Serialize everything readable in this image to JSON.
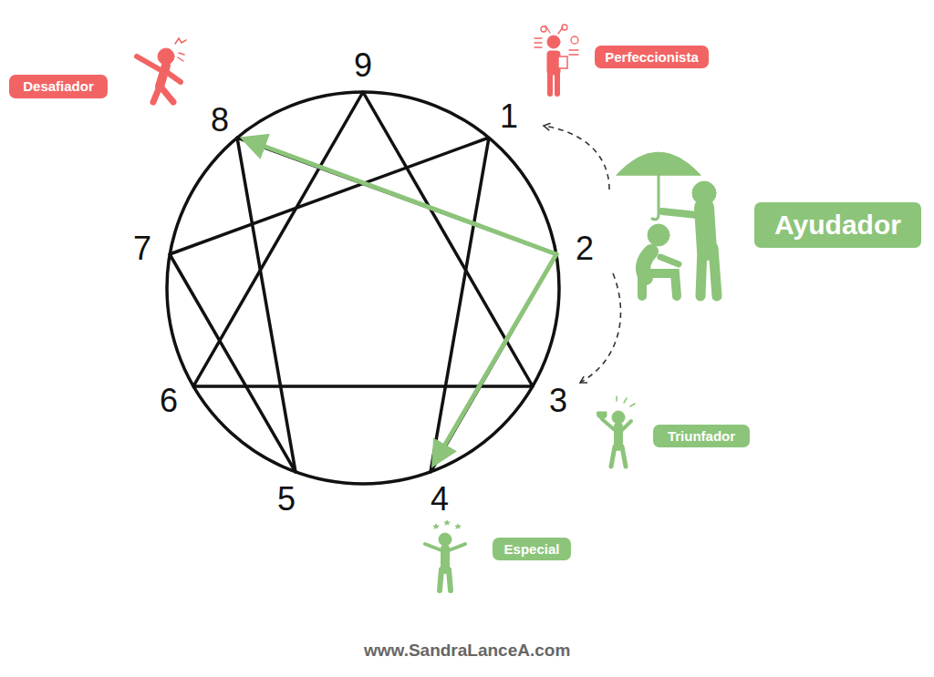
{
  "diagram": {
    "caption": "www.SandraLanceA.com",
    "nodes": [
      {
        "text": [
          "Desafiador"
        ]
      },
      {
        "text": [
          "Perfeccionista"
        ]
      },
      {
        "text": [
          "Ayudador"
        ]
      },
      {
        "text": [
          "Triunfador"
        ]
      },
      {
        "text": [
          "Especial"
        ]
      }
    ],
    "labels": [
      "9",
      "8",
      "1",
      "7",
      "2",
      "6",
      "3",
      "5",
      "4"
    ]
  }
}
